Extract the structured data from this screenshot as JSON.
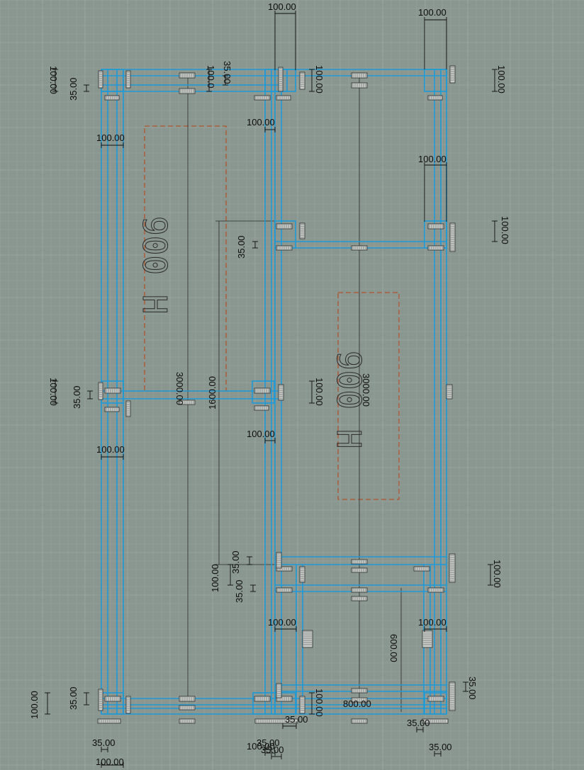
{
  "colors": {
    "background": "#8a9690",
    "grid_minor": "#97a39d",
    "grid_major": "#a4afa9",
    "beam": "#1e9ad6",
    "opening": "#b0562e",
    "dimension": "#0d0d0d",
    "fitting": "#c8cdca"
  },
  "labels": {
    "opening_left": "900 H",
    "opening_right": "900 H",
    "span_left": "3000.00",
    "span_right": "3000.00",
    "span_mid": "1600.00",
    "span_lower": "600.00",
    "span_bottom": "800.00"
  },
  "dims": {
    "d100": "100.00",
    "d35": "35.00",
    "d100_short": "100.0"
  },
  "icons": {
    "fitting": "bracket-icon"
  }
}
